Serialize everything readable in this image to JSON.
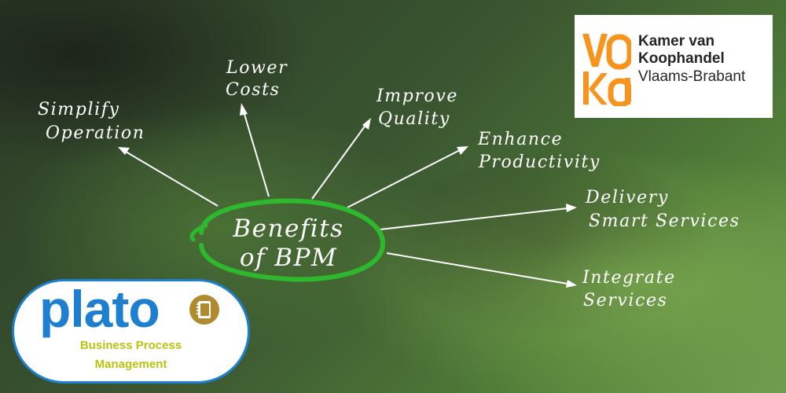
{
  "center": {
    "line1": "Benefits",
    "line2": "of BPM",
    "ring_color": "#2eb82e"
  },
  "benefits": [
    {
      "line1": "Simplify",
      "line2": "Operation"
    },
    {
      "line1": "Lower",
      "line2": "Costs"
    },
    {
      "line1": "Improve",
      "line2": "Quality"
    },
    {
      "line1": "Enhance",
      "line2": "Productivity"
    },
    {
      "line1": "Delivery",
      "line2": "Smart Services"
    },
    {
      "line1": "Integrate",
      "line2": "Services"
    }
  ],
  "voka_logo": {
    "mark_letters": "voka",
    "mark_color": "#f7941d",
    "line1": "Kamer van",
    "line2": "Koophandel",
    "line3": "Vlaams-Brabant"
  },
  "plato_logo": {
    "wordmark": "plato",
    "wordmark_color": "#1e7fd0",
    "emblem": "notebook-icon",
    "subtitle_line1": "Business Process",
    "subtitle_line2": "Management",
    "subtitle_color": "#b9c312"
  }
}
